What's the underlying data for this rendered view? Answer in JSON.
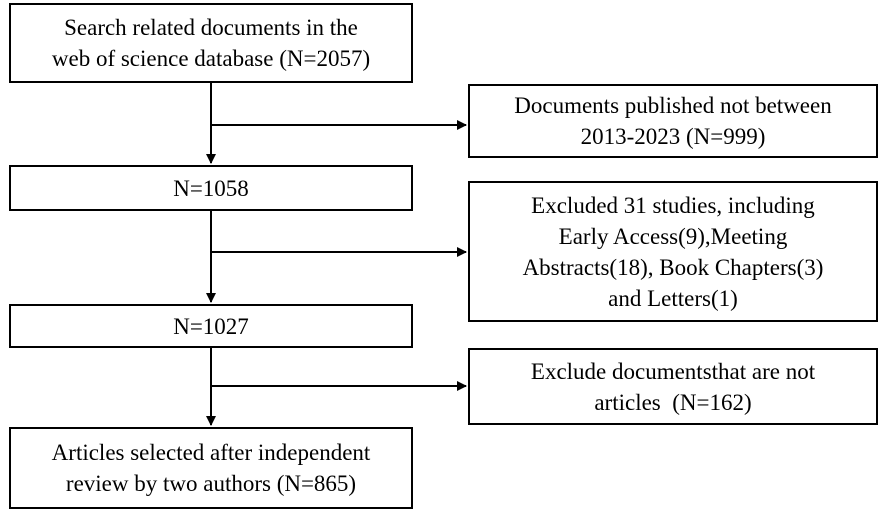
{
  "flowchart": {
    "main_steps": [
      {
        "lines": [
          "Search related documents in the",
          "web of science database (N=2057)"
        ]
      },
      {
        "lines": [
          "N=1058"
        ]
      },
      {
        "lines": [
          "N=1027"
        ]
      },
      {
        "lines": [
          "Articles selected after independent",
          "review by two authors (N=865)"
        ]
      }
    ],
    "exclusions": [
      {
        "lines": [
          "Documents published not between",
          "2013-2023 (N=999)"
        ]
      },
      {
        "lines": [
          "Excluded 31 studies, including",
          "Early Access(9),Meeting",
          "Abstracts(18), Book Chapters(3)",
          "and Letters(1)"
        ]
      },
      {
        "lines": [
          "Exclude documentsthat are not",
          "articles  (N=162)"
        ]
      }
    ]
  },
  "colors": {
    "line": "#000000",
    "box_border": "#000000",
    "background": "#ffffff"
  }
}
